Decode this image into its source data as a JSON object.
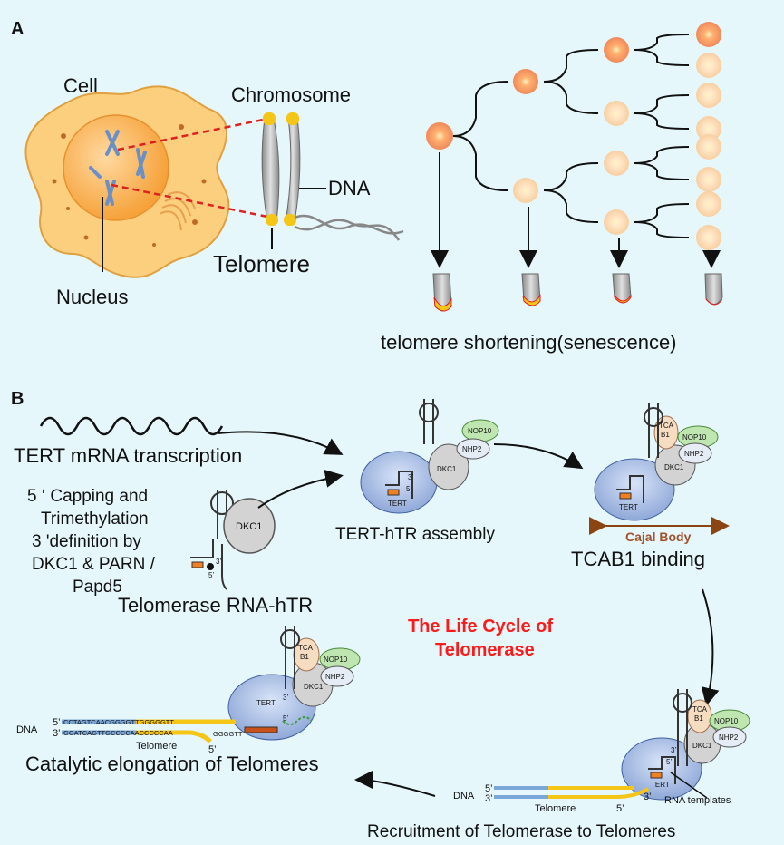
{
  "panel_a": {
    "label": "A",
    "cell": "Cell",
    "chromosome": "Chromosome",
    "dna": "DNA",
    "telomere": "Telomere",
    "nucleus": "Nucleus",
    "shortening": "telomere shortening(senescence)"
  },
  "panel_b": {
    "label": "B",
    "mrna": "TERT mRNA transcription",
    "capping_lines": [
      "5 ‘ Capping and",
      "Trimethylation",
      "3 'definition by",
      "DKC1 & PARN /",
      "Papd5"
    ],
    "hTR": "Telomerase RNA-hTR",
    "assembly": "TERT-hTR assembly",
    "tcab1_binding": "TCAB1 binding",
    "cajal": "Cajal Body",
    "lifecycle_title_1": "The Life Cycle of",
    "lifecycle_title_2": "Telomerase",
    "catalytic": "Catalytic elongation of Telomeres",
    "recruitment": "Recruitment of Telomerase to Telomeres",
    "rna_templates": "RNA templates",
    "dna_label": "DNA",
    "telomere_label": "Telomere",
    "five_prime": "5’",
    "three_prime": "3’",
    "seq_top": "CCTAGTCAACGGGGTTGGGGGTT",
    "seq_bottom": "GGATCAGTTGCCCCAACCCCCAA",
    "seq_tail": "GGGGTT",
    "proteins": {
      "tert": "TERT",
      "dkc1": "DKC1",
      "nop10": "NOP10",
      "nhp2": "NHP2",
      "tcab1_a": "TCA",
      "tcab1_b": "B1"
    }
  }
}
